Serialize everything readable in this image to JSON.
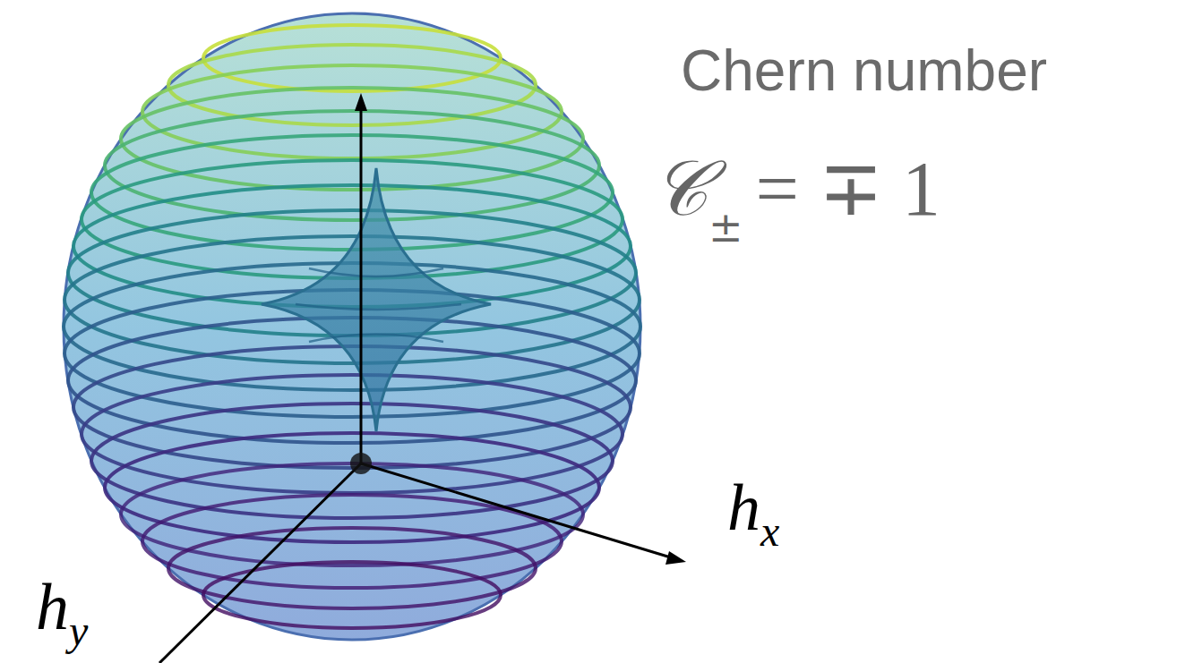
{
  "diagram": {
    "labels": [
      "Chern number",
      "𝒞",
      "±",
      "= ∓ 1",
      "h",
      "x",
      "h",
      "y"
    ]
  }
}
